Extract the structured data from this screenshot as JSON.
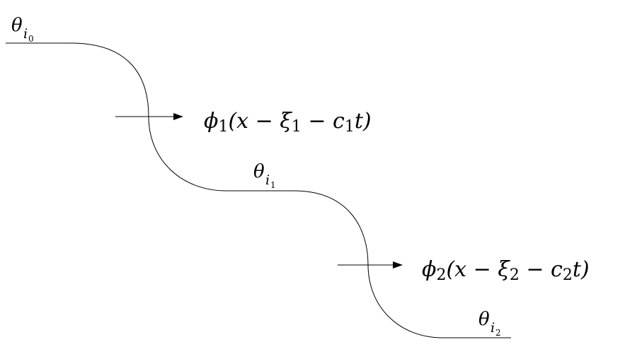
{
  "labels": {
    "theta0": {
      "base": "θ",
      "sub": "i",
      "subsub": "0"
    },
    "theta1": {
      "base": "θ",
      "sub": "i",
      "subsub": "1"
    },
    "theta2": {
      "base": "θ",
      "sub": "i",
      "subsub": "2"
    }
  },
  "waves": {
    "phi1": {
      "func": "ϕ",
      "idx": "1",
      "open": "(x − ξ",
      "xi_idx": "1",
      "mid": " − c",
      "c_idx": "1",
      "close": "t)"
    },
    "phi2": {
      "func": "ϕ",
      "idx": "2",
      "open": "(x − ξ",
      "xi_idx": "2",
      "mid": " − c",
      "c_idx": "2",
      "close": "t)"
    }
  }
}
